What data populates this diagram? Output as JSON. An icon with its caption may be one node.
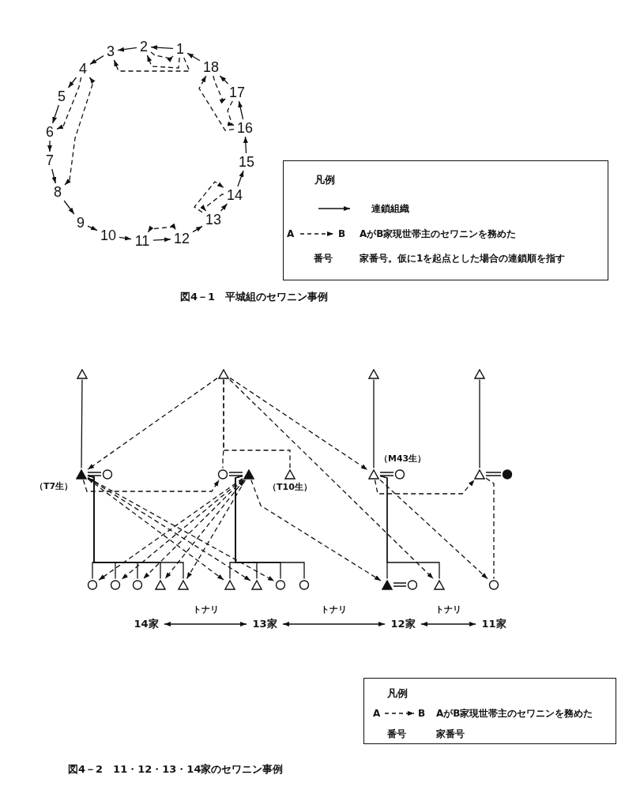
{
  "diagram": {
    "nodes": [
      {
        "text": [
          "1"
        ]
      },
      {
        "text": [
          "2"
        ]
      },
      {
        "text": [
          "3"
        ]
      },
      {
        "text": [
          "4"
        ]
      },
      {
        "text": [
          "5"
        ]
      },
      {
        "text": [
          "6"
        ]
      },
      {
        "text": [
          "7"
        ]
      },
      {
        "text": [
          "8"
        ]
      },
      {
        "text": [
          "9"
        ]
      },
      {
        "text": [
          "10"
        ]
      },
      {
        "text": [
          "11"
        ]
      },
      {
        "text": [
          "12"
        ]
      },
      {
        "text": [
          "13"
        ]
      },
      {
        "text": [
          "14"
        ]
      },
      {
        "text": [
          "15"
        ]
      },
      {
        "text": [
          "16"
        ]
      },
      {
        "text": [
          "17"
        ]
      },
      {
        "text": [
          "18"
        ]
      },
      {
        "text": [],
        "shape": "triangle"
      },
      {
        "text": [],
        "shape": "triangle"
      },
      {
        "text": [],
        "shape": "triangle"
      },
      {
        "text": [],
        "shape": "triangle"
      },
      {
        "text": [],
        "shape": "filled-triangle",
        "beside": [
          "（T7生）"
        ]
      },
      {
        "text": [],
        "shape": "circle"
      },
      {
        "text": [],
        "shape": "circle"
      },
      {
        "text": [],
        "shape": "filled-triangle"
      },
      {
        "text": [],
        "shape": "triangle",
        "beside": [
          "（T10生）"
        ]
      },
      {
        "text": [],
        "shape": "triangle",
        "beside": [
          "（M43生）"
        ]
      },
      {
        "text": [],
        "shape": "circle"
      },
      {
        "text": [],
        "shape": "triangle"
      },
      {
        "text": [],
        "shape": "filled-circle"
      },
      {
        "text": [],
        "shape": "circle"
      },
      {
        "text": [],
        "shape": "circle"
      },
      {
        "text": [],
        "shape": "circle"
      },
      {
        "text": [],
        "shape": "triangle"
      },
      {
        "text": [],
        "shape": "triangle"
      },
      {
        "text": [],
        "shape": "triangle"
      },
      {
        "text": [],
        "shape": "triangle"
      },
      {
        "text": [],
        "shape": "circle"
      },
      {
        "text": [],
        "shape": "circle"
      },
      {
        "text": [],
        "shape": "filled-triangle"
      },
      {
        "text": [],
        "shape": "circle"
      },
      {
        "text": [],
        "shape": "triangle"
      },
      {
        "text": [],
        "shape": "circle"
      },
      {
        "text": [
          "14家"
        ]
      },
      {
        "text": [
          "13家"
        ]
      },
      {
        "text": [
          "12家"
        ]
      },
      {
        "text": [
          "11家"
        ]
      }
    ],
    "edges": [
      {
        "from": 0,
        "to": 1,
        "arrow": "to"
      },
      {
        "from": 1,
        "to": 2,
        "arrow": "to"
      },
      {
        "from": 2,
        "to": 3,
        "arrow": "to"
      },
      {
        "from": 3,
        "to": 4,
        "arrow": "to"
      },
      {
        "from": 4,
        "to": 5,
        "arrow": "to"
      },
      {
        "from": 5,
        "to": 6,
        "arrow": "to"
      },
      {
        "from": 6,
        "to": 7,
        "arrow": "to"
      },
      {
        "from": 7,
        "to": 8,
        "arrow": "to"
      },
      {
        "from": 8,
        "to": 9,
        "arrow": "to"
      },
      {
        "from": 9,
        "to": 10,
        "arrow": "to"
      },
      {
        "from": 10,
        "to": 11,
        "arrow": "to"
      },
      {
        "from": 11,
        "to": 12,
        "arrow": "to"
      },
      {
        "from": 12,
        "to": 13,
        "arrow": "to"
      },
      {
        "from": 13,
        "to": 14,
        "arrow": "to"
      },
      {
        "from": 14,
        "to": 15,
        "arrow": "to"
      },
      {
        "from": 15,
        "to": 16,
        "arrow": "to"
      },
      {
        "from": 16,
        "to": 17,
        "arrow": "to"
      },
      {
        "from": 17,
        "to": 0,
        "arrow": "to"
      },
      {
        "from": 1,
        "to": 0,
        "arrow": "to",
        "style": "dashed"
      },
      {
        "from": 0,
        "to": 1,
        "arrow": "to",
        "style": "dashed"
      },
      {
        "from": 0,
        "to": 2,
        "arrow": "to",
        "style": "dashed"
      },
      {
        "from": 3,
        "to": 5,
        "arrow": "to",
        "style": "dashed"
      },
      {
        "from": 3,
        "to": 7,
        "arrow": "both",
        "style": "dashed"
      },
      {
        "from": 17,
        "to": 16,
        "arrow": "to",
        "style": "dashed"
      },
      {
        "from": 16,
        "to": 15,
        "arrow": "to",
        "style": "dashed"
      },
      {
        "from": 15,
        "to": 17,
        "arrow": "to",
        "style": "dashed"
      },
      {
        "from": 12,
        "to": 13,
        "arrow": "to",
        "style": "dashed"
      },
      {
        "from": 13,
        "to": 12,
        "arrow": "to",
        "style": "dashed"
      },
      {
        "from": 10,
        "to": 11,
        "arrow": "both",
        "style": "dashed"
      },
      {
        "from": 18,
        "to": 22,
        "arrow": "none"
      },
      {
        "from": 20,
        "to": 27,
        "arrow": "none"
      },
      {
        "from": 21,
        "to": 29,
        "arrow": "none"
      },
      {
        "from": 22,
        "to": 23,
        "arrow": "none"
      },
      {
        "from": 24,
        "to": 25,
        "arrow": "none"
      },
      {
        "from": 27,
        "to": 28,
        "arrow": "none"
      },
      {
        "from": 29,
        "to": 30,
        "arrow": "none"
      },
      {
        "from": 40,
        "to": 41,
        "arrow": "none"
      },
      {
        "from": 22,
        "to": 31,
        "arrow": "none"
      },
      {
        "from": 22,
        "to": 32,
        "arrow": "none"
      },
      {
        "from": 22,
        "to": 33,
        "arrow": "none"
      },
      {
        "from": 22,
        "to": 34,
        "arrow": "none"
      },
      {
        "from": 22,
        "to": 35,
        "arrow": "none"
      },
      {
        "from": 25,
        "to": 36,
        "arrow": "none"
      },
      {
        "from": 25,
        "to": 37,
        "arrow": "none"
      },
      {
        "from": 25,
        "to": 38,
        "arrow": "none"
      },
      {
        "from": 25,
        "to": 39,
        "arrow": "none"
      },
      {
        "from": 27,
        "to": 40,
        "arrow": "none"
      },
      {
        "from": 27,
        "to": 42,
        "arrow": "none"
      },
      {
        "from": 19,
        "to": 24,
        "arrow": "none",
        "style": "dashed"
      },
      {
        "from": 19,
        "to": 26,
        "arrow": "none",
        "style": "dashed"
      },
      {
        "from": 29,
        "to": 43,
        "arrow": "none",
        "style": "dashed"
      },
      {
        "from": 19,
        "to": 22,
        "arrow": "to",
        "style": "dashed"
      },
      {
        "from": 19,
        "to": 27,
        "arrow": "to",
        "style": "dashed"
      },
      {
        "from": 19,
        "to": 42,
        "arrow": "to",
        "style": "dashed"
      },
      {
        "from": 22,
        "to": 24,
        "arrow": "to",
        "style": "dashed"
      },
      {
        "from": 25,
        "to": 40,
        "arrow": "to",
        "style": "dashed"
      },
      {
        "from": 27,
        "to": 29,
        "arrow": "to",
        "style": "dashed"
      },
      {
        "from": 27,
        "to": 43,
        "arrow": "to",
        "style": "dashed"
      },
      {
        "from": 22,
        "to": 36,
        "arrow": "to",
        "style": "dashed"
      },
      {
        "from": 22,
        "to": 37,
        "arrow": "both",
        "style": "dashed"
      },
      {
        "from": 22,
        "to": 38,
        "arrow": "to",
        "style": "dashed"
      },
      {
        "from": 25,
        "to": 31,
        "arrow": "to",
        "style": "dashed"
      },
      {
        "from": 25,
        "to": 32,
        "arrow": "to",
        "style": "dashed"
      },
      {
        "from": 25,
        "to": 33,
        "arrow": "to",
        "style": "dashed"
      },
      {
        "from": 25,
        "to": 34,
        "arrow": "both",
        "style": "dashed"
      },
      {
        "from": 25,
        "to": 35,
        "arrow": "to",
        "style": "dashed"
      },
      {
        "from": 44,
        "to": 45,
        "arrow": "both",
        "label": "トナリ"
      },
      {
        "from": 45,
        "to": 46,
        "arrow": "both",
        "label": "トナリ"
      },
      {
        "from": 46,
        "to": 47,
        "arrow": "both",
        "label": "トナリ"
      }
    ],
    "labels": [
      "凡例",
      "A",
      "B",
      "番号",
      "家番号。仮に1を起点とした場合の連鎖順を指す",
      "図4－1　平城組のセワニン事例",
      "凡例",
      "A",
      "B",
      "番号",
      "家番号",
      "図4－2　11・12・13・14家のセワニン事例"
    ],
    "legend": [
      {
        "text": "連鎖組織"
      },
      {
        "text": "AがB家現世帯主のセワニンを務めた"
      },
      {
        "text": "AがB家現世帯主のセワニンを務めた"
      }
    ]
  }
}
